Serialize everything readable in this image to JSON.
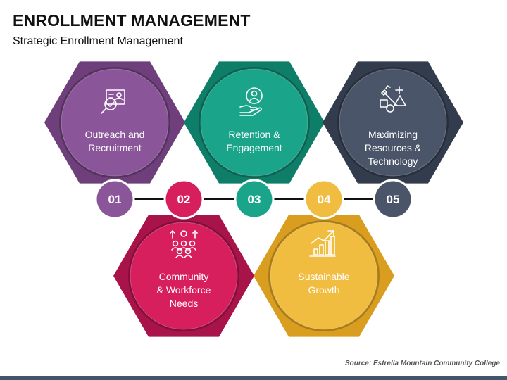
{
  "title": "ENROLLMENT MANAGEMENT",
  "subtitle": "Strategic Enrollment Management",
  "source": "Source: Estrella Mountain Community College",
  "steps": [
    {
      "number": "01",
      "lines": [
        "Outreach and",
        "Recruitment"
      ],
      "icon": "recruitment-icon",
      "color": "#8b5599",
      "dark": "#6e3f7b"
    },
    {
      "number": "02",
      "lines": [
        "Community",
        "& Workforce",
        "Needs"
      ],
      "icon": "community-icon",
      "color": "#d81f5e",
      "dark": "#a8134a"
    },
    {
      "number": "03",
      "lines": [
        "Retention &",
        "Engagement"
      ],
      "icon": "retention-icon",
      "color": "#1aa58b",
      "dark": "#0f7e69"
    },
    {
      "number": "04",
      "lines": [
        "Sustainable",
        "Growth"
      ],
      "icon": "growth-icon",
      "color": "#f1bd41",
      "dark": "#d99e1f"
    },
    {
      "number": "05",
      "lines": [
        "Maximizing",
        "Resources &",
        "Technology"
      ],
      "icon": "technology-icon",
      "color": "#4a5569",
      "dark": "#333c4c"
    }
  ]
}
